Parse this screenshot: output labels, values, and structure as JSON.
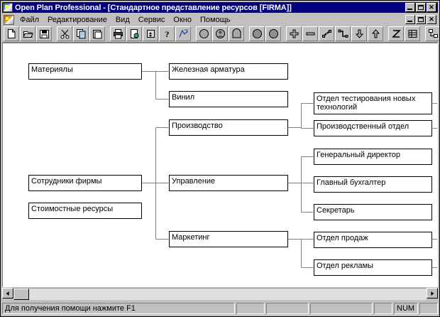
{
  "window": {
    "title": "Open Plan Professional - [Стандартное представление ресурсов [FIRMA]]",
    "app_icon": "openplan-app-icon",
    "doc_icon": "document-icon",
    "buttons": {
      "minimize": "_",
      "maximize": "□",
      "close": "✕"
    }
  },
  "menu": {
    "items": [
      {
        "label": "Файл"
      },
      {
        "label": "Редактирование"
      },
      {
        "label": "Вид"
      },
      {
        "label": "Сервис"
      },
      {
        "label": "Окно"
      },
      {
        "label": "Помощь"
      }
    ]
  },
  "toolbar": {
    "buttons": [
      {
        "name": "new-icon",
        "title": "Создать"
      },
      {
        "name": "open-folder-icon",
        "title": "Открыть"
      },
      {
        "name": "save-disk-icon",
        "title": "Сохранить"
      },
      {
        "name": "cut-scissors-icon",
        "title": "Вырезать"
      },
      {
        "name": "copy-icon",
        "title": "Копировать"
      },
      {
        "name": "paste-clipboard-icon",
        "title": "Вставить"
      },
      {
        "name": "print-icon",
        "title": "Печать"
      },
      {
        "name": "print-preview-icon",
        "title": "Предварительный просмотр"
      },
      {
        "name": "sort-updown-icon",
        "title": "Сортировка"
      },
      {
        "name": "help-question-icon",
        "title": "Справка"
      },
      {
        "name": "context-help-icon",
        "title": "Контекстная справка"
      },
      {
        "name": "resource-circle-icon",
        "title": "Ресурс"
      },
      {
        "name": "resource-person-icon",
        "title": "Ресурс-персона"
      },
      {
        "name": "resource-shape-icon",
        "title": "Ресурс-форма"
      },
      {
        "name": "resource-dot-icon",
        "title": "Ресурс"
      },
      {
        "name": "resource-dot2-icon",
        "title": "Ресурс"
      },
      {
        "name": "add-plus-icon",
        "title": "Добавить"
      },
      {
        "name": "remove-minus-icon",
        "title": "Удалить"
      },
      {
        "name": "link-icon",
        "title": "Связать"
      },
      {
        "name": "unlink-icon",
        "title": "Разорвать связь"
      },
      {
        "name": "move-down-arrow-icon",
        "title": "Вниз"
      },
      {
        "name": "move-up-arrow-icon",
        "title": "Вверх"
      },
      {
        "name": "zigzag-icon",
        "title": "Схема"
      },
      {
        "name": "grid-table-icon",
        "title": "Таблица"
      },
      {
        "name": "layout-tree-icon",
        "title": "Дерево"
      },
      {
        "name": "zoom-fit-icon",
        "title": "Масштаб"
      }
    ]
  },
  "diagram": {
    "nodes": [
      {
        "id": "materialy",
        "label": "Материялы",
        "col": 1
      },
      {
        "id": "sotrudniki",
        "label": "Сотрудники фирмы",
        "col": 1
      },
      {
        "id": "stoimostnye",
        "label": "Стоимостные ресурсы",
        "col": 1
      },
      {
        "id": "armatura",
        "label": "Железная арматура",
        "col": 2
      },
      {
        "id": "vinil",
        "label": "Винил",
        "col": 2
      },
      {
        "id": "proizvodstvo",
        "label": "Производство",
        "col": 2
      },
      {
        "id": "upravlenie",
        "label": "Управление",
        "col": 2
      },
      {
        "id": "marketing",
        "label": "Маркетинг",
        "col": 2
      },
      {
        "id": "otdel-test",
        "label": "Отдел тестирования новых технологий",
        "col": 3
      },
      {
        "id": "proizv-otdel",
        "label": "Производственный отдел",
        "col": 3
      },
      {
        "id": "gen-director",
        "label": "Генеральный директор",
        "col": 3
      },
      {
        "id": "glav-buhgalter",
        "label": "Главный бухгалтер",
        "col": 3
      },
      {
        "id": "sekretar",
        "label": "Секретарь",
        "col": 3
      },
      {
        "id": "otdel-prodazh",
        "label": "Отдел продаж",
        "col": 3
      },
      {
        "id": "otdel-reklamy",
        "label": "Отдел рекламы",
        "col": 3
      }
    ]
  },
  "statusbar": {
    "hint": "Для получения помощи нажмите F1",
    "pane2": "",
    "pane3": "",
    "pane4": "",
    "pane5": "",
    "num": "NUM",
    "pane7": ""
  },
  "scrollbar": {
    "left_arrow": "◄",
    "right_arrow": "►"
  },
  "colors": {
    "titlebar": "#000080",
    "face": "#c0c0c0",
    "canvas": "#ffffff",
    "node_border": "#000000",
    "connector": "#808080"
  }
}
